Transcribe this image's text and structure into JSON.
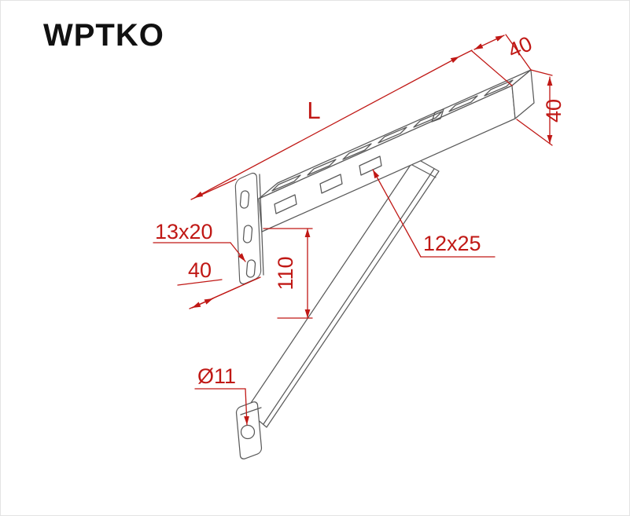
{
  "title": "WPTKO",
  "colors": {
    "line": "#5a5a5a",
    "dim": "#c01815",
    "text": "#111111",
    "background": "#ffffff",
    "border": "#e3e3e3"
  },
  "labels": {
    "length": "L",
    "top_width": "40",
    "end_height": "40",
    "plate_slot": "13x20",
    "plate_width": "40",
    "drop": "110",
    "arm_slot": "12x25",
    "foot_hole": "Ø11"
  }
}
